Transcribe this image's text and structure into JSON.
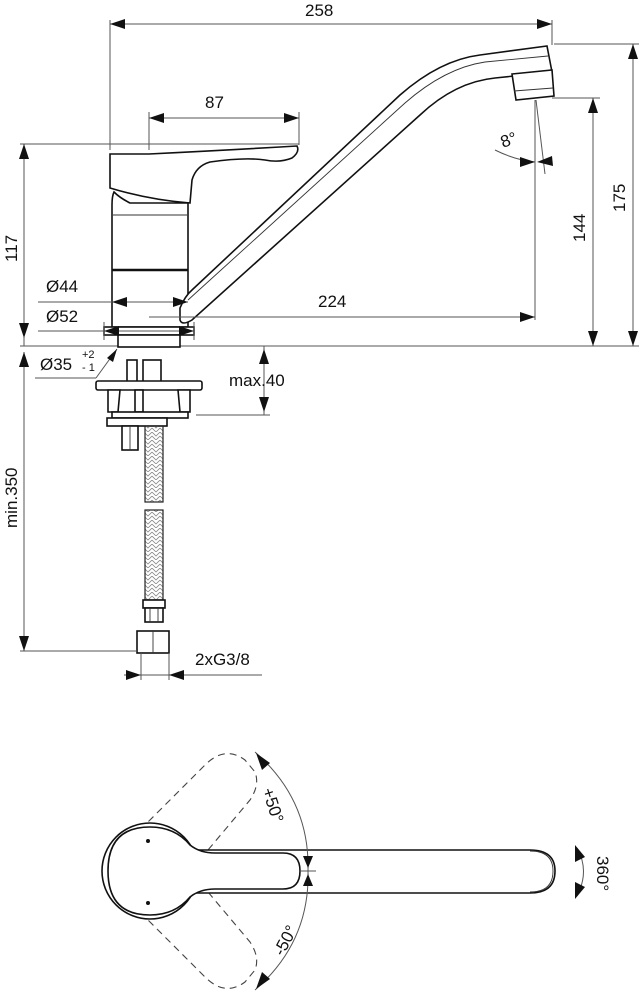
{
  "drawing": {
    "subject": "single-lever kitchen mixer tap",
    "side_view": {
      "overall_width": "258",
      "lever_length": "87",
      "spout_reach": "224",
      "height_to_lever_top": "117",
      "outlet_height": "144",
      "overall_height": "175",
      "outlet_angle": "8°",
      "body_diameter_upper": "Ø44",
      "body_diameter_base": "Ø52",
      "hole_diameter": "Ø35",
      "hole_tolerance_plus": "+2",
      "hole_tolerance_minus": "- 1",
      "max_deck_thickness": "max.40",
      "hose_min_length": "min.350",
      "connection": "2xG3/8"
    },
    "top_view": {
      "lever_rotation_positive": "+50°",
      "lever_rotation_negative": "-50°",
      "spout_rotation": "360°"
    }
  }
}
